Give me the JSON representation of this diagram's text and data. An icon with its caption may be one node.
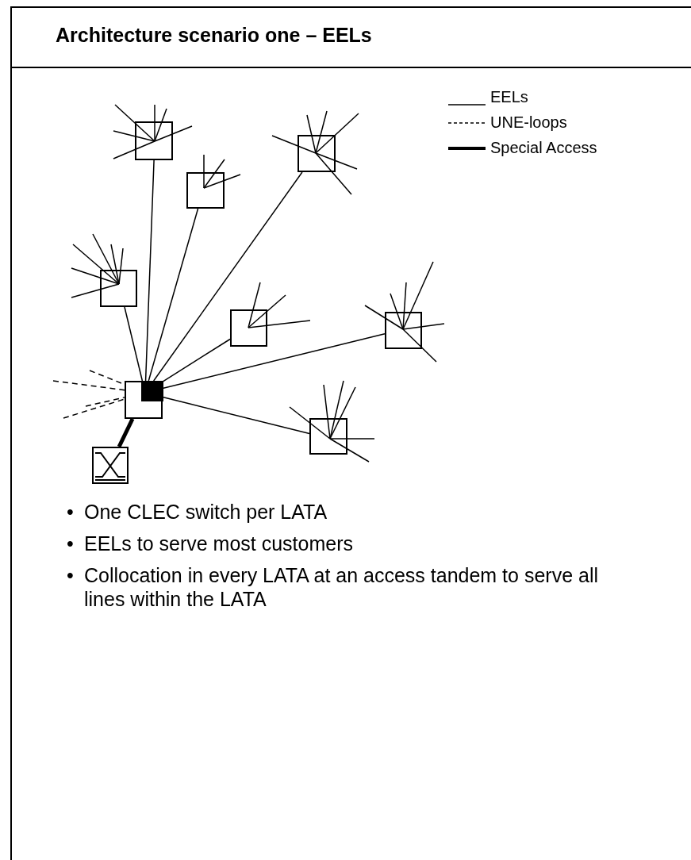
{
  "diagram": {
    "title": "Architecture scenario one – EELs",
    "nodes": [
      {
        "text": [],
        "shape": "box"
      },
      {
        "text": [],
        "shape": "box"
      },
      {
        "text": [],
        "shape": "box"
      },
      {
        "text": [],
        "shape": "box"
      },
      {
        "text": [],
        "shape": "box"
      },
      {
        "text": [],
        "shape": "box"
      },
      {
        "text": [],
        "shape": "box"
      },
      {
        "text": [],
        "shape": "box"
      },
      {
        "text": [],
        "shape": "box"
      }
    ],
    "edges": [
      {
        "from": 6,
        "to": 0,
        "arrow": "none"
      },
      {
        "from": 6,
        "to": 1,
        "arrow": "none"
      },
      {
        "from": 6,
        "to": 2,
        "arrow": "none"
      },
      {
        "from": 6,
        "to": 3,
        "arrow": "none"
      },
      {
        "from": 6,
        "to": 4,
        "arrow": "none"
      },
      {
        "from": 6,
        "to": 5,
        "arrow": "none"
      },
      {
        "from": 6,
        "to": 7,
        "arrow": "none"
      },
      {
        "from": 8,
        "to": 6,
        "arrow": "none",
        "style": "thick"
      },
      {
        "from": null,
        "to": 6,
        "arrow": "none",
        "style": "dashed"
      },
      {
        "from": null,
        "to": 6,
        "arrow": "none",
        "style": "dashed"
      },
      {
        "from": null,
        "to": 6,
        "arrow": "none",
        "style": "dashed"
      },
      {
        "from": null,
        "to": 6,
        "arrow": "none",
        "style": "dashed"
      }
    ],
    "labels": [
      "•",
      "One CLEC switch per LATA",
      "•",
      "EELs to serve most customers",
      "•",
      "Collocation in every LATA at an access tandem to serve all lines within the LATA"
    ],
    "legend": [
      {
        "text": "EELs"
      },
      {
        "text": "UNE-loops"
      },
      {
        "text": "Special Access"
      }
    ]
  }
}
